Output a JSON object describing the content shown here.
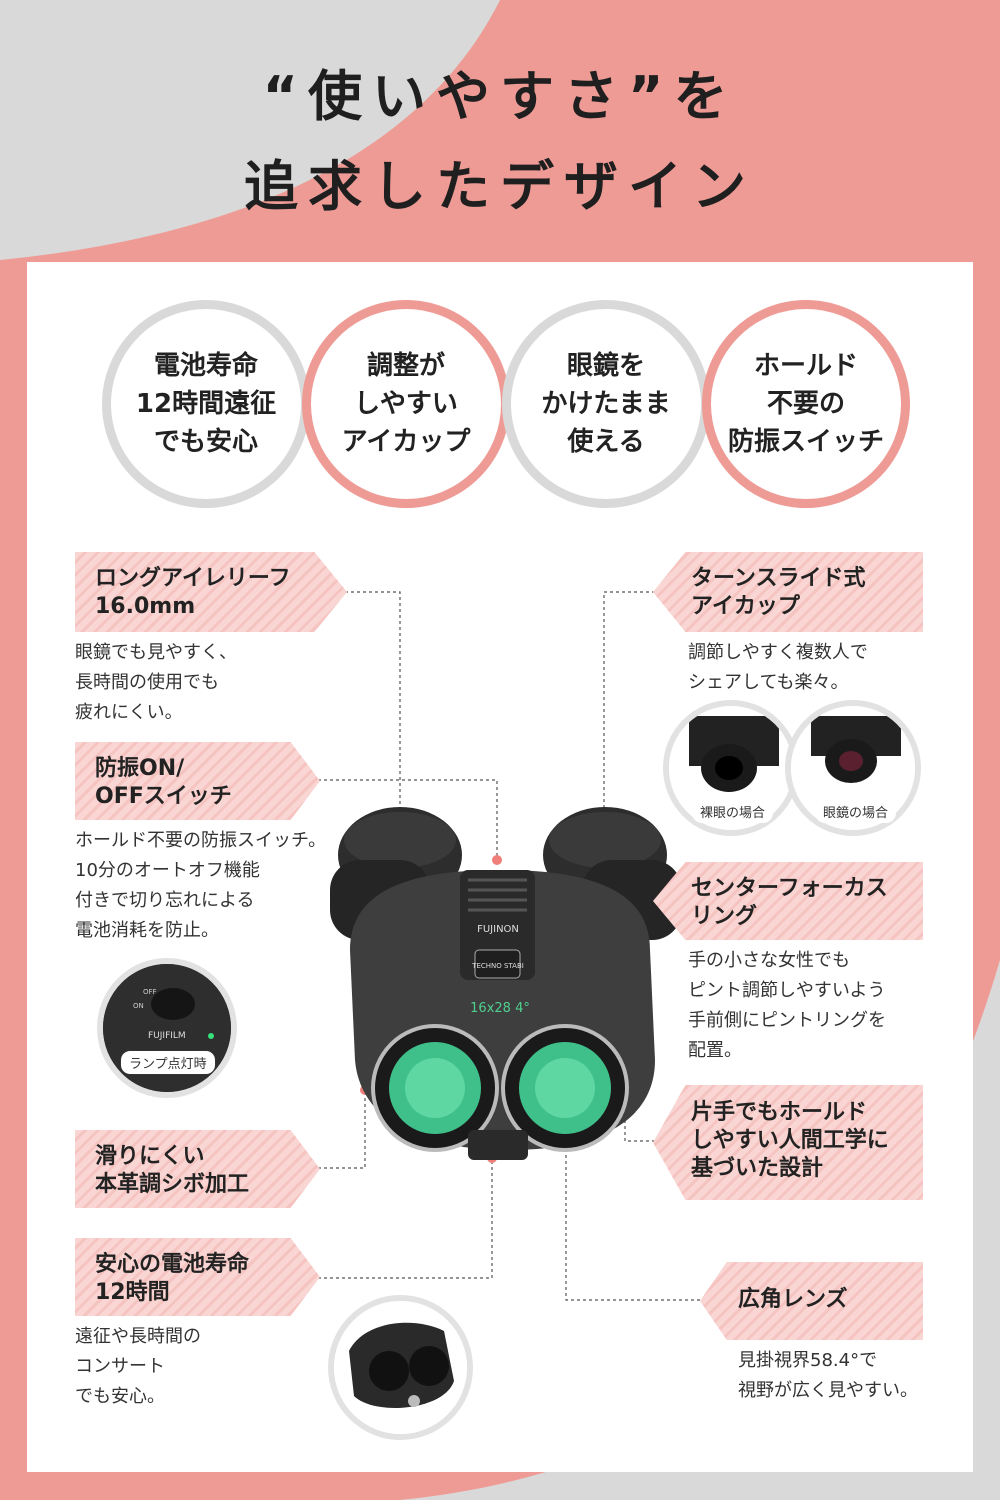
{
  "title": {
    "line1": "“使いやすさ”を",
    "line2": "追求したデザイン"
  },
  "features": [
    {
      "text": "電池寿命\n12時間遠征\nでも安心"
    },
    {
      "text": "調整が\nしやすい\nアイカップ"
    },
    {
      "text": "眼鏡を\nかけたまま\n使える"
    },
    {
      "text": "ホールド\n不要の\n防振スイッチ"
    }
  ],
  "callouts": {
    "eye_relief": {
      "label": "ロングアイレリーフ\n16.0mm",
      "desc": "眼鏡でも見やすく、\n長時間の使用でも\n疲れにくい。"
    },
    "switch": {
      "label": "防振ON/\nOFFスイッチ",
      "desc": "ホールド不要の防振スイッチ。\n10分のオートオフ機能\n付きで切り忘れによる\n電池消耗を防止。"
    },
    "leather": {
      "label": "滑りにくい\n本革調シボ加工"
    },
    "battery": {
      "label": "安心の電池寿命\n12時間",
      "desc": "遠征や長時間の\nコンサート\nでも安心。"
    },
    "eyecup": {
      "label": "ターンスライド式\nアイカップ",
      "desc": "調節しやすく複数人で\nシェアしても楽々。"
    },
    "focus": {
      "label": "センターフォーカス\nリング",
      "desc": "手の小さな女性でも\nピント調節しやすいよう\n手前側にピントリングを\n配置。"
    },
    "ergonomic": {
      "label": "片手でもホールド\nしやすい人間工学に\n基づいた設計"
    },
    "wide": {
      "label": "広角レンズ",
      "desc": "見掛視界58.4°で\n視野が広く見やすい。"
    }
  },
  "captions": {
    "lamp": "ランプ点灯時",
    "naked": "裸眼の場合",
    "glasses": "眼鏡の場合"
  },
  "product": {
    "brand": "FUJINON",
    "badge": "TECHNO STABI",
    "model": "16x28 4°",
    "switch_brand": "FUJIFILM",
    "switch_off": "OFF",
    "switch_on": "ON"
  },
  "colors": {
    "accent": "#ef9b95",
    "gray": "#d9d9d9",
    "tag_bg": "#f9d6d3",
    "lens": "#3fc08a"
  }
}
